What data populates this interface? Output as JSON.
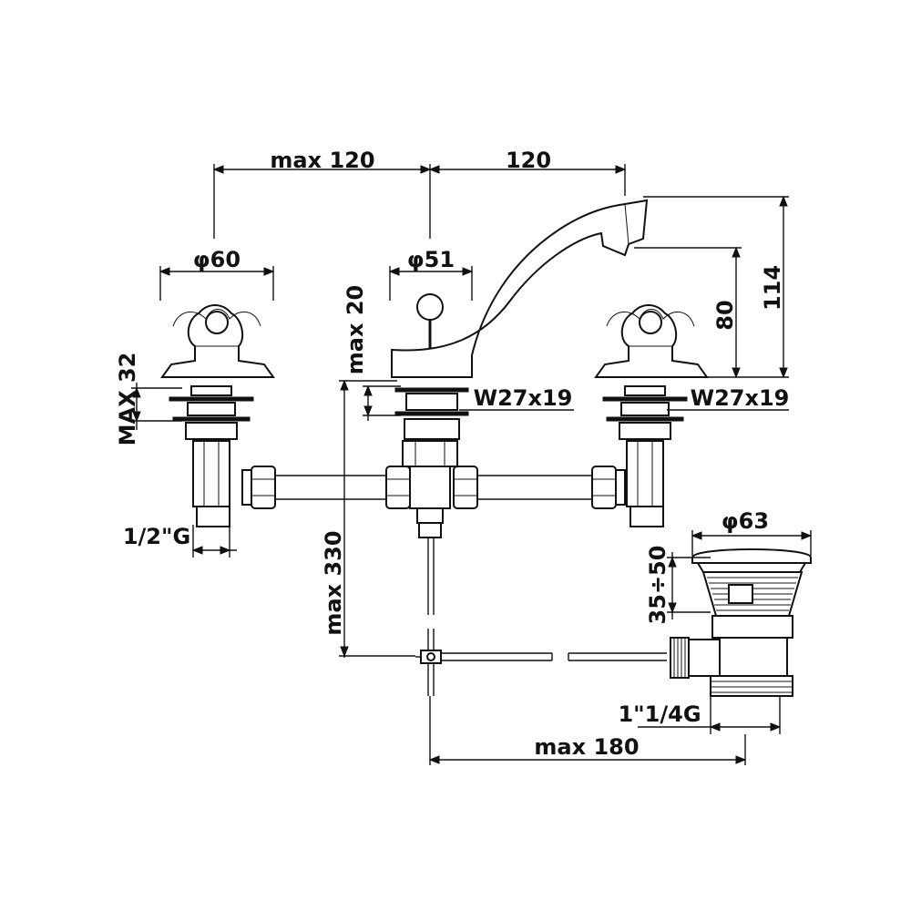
{
  "labels": {
    "spout_reach_left": "max 120",
    "spout_reach_right": "120",
    "handle_diameter": "φ60",
    "spout_base_diameter": "φ51",
    "max_20": "max 20",
    "max_32": "MAX 32",
    "thread_center": "W27x19",
    "thread_right": "W27x19",
    "height_80": "80",
    "height_114": "114",
    "inlet_thread": "1/2\"G",
    "max_330": "max 330",
    "waste_diameter": "φ63",
    "waste_range": "35÷50",
    "waste_thread": "1\"1/4G",
    "max_180": "max 180"
  }
}
